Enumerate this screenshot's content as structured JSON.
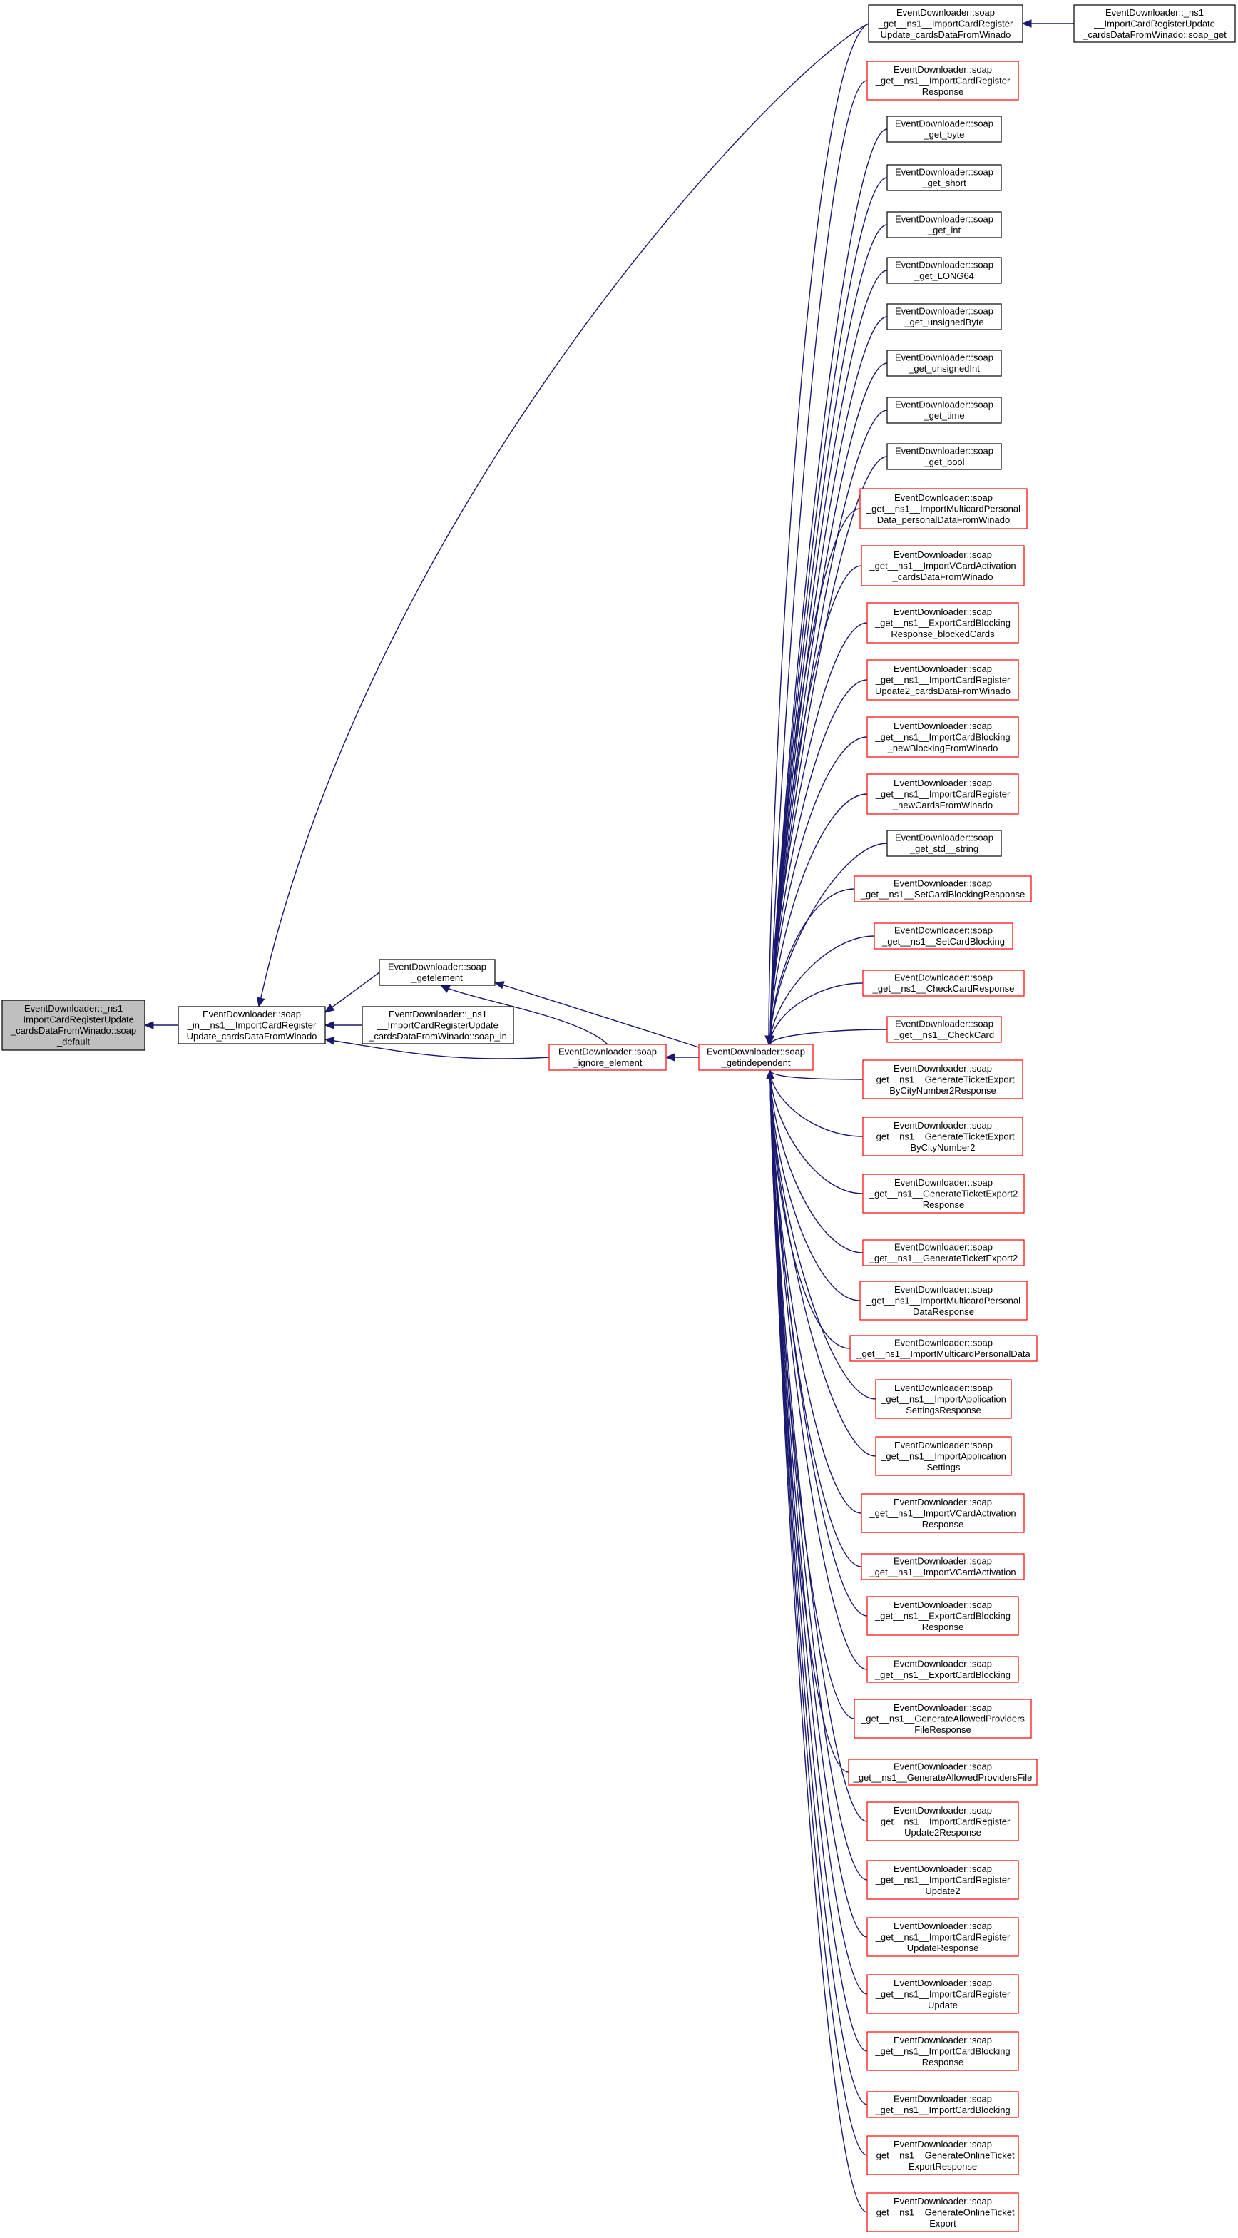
{
  "diagram": {
    "type": "call-graph",
    "colors": {
      "edge": "#191970",
      "border_default": "#000000",
      "border_undocumented": "#ff0000",
      "root_fill": "#bfbfbf",
      "node_fill": "#ffffff"
    },
    "nodes": [
      {
        "id": "root",
        "style": "root",
        "lines": [
          "EventDownloader::_ns1",
          "__ImportCardRegisterUpdate",
          "_cardsDataFromWinado::soap",
          "_default"
        ]
      },
      {
        "id": "soap_in_upd",
        "style": "black",
        "lines": [
          "EventDownloader::soap",
          "_in__ns1__ImportCardRegister",
          "Update_cardsDataFromWinado"
        ]
      },
      {
        "id": "getelement",
        "style": "black",
        "lines": [
          "EventDownloader::soap",
          "_getelement"
        ]
      },
      {
        "id": "soap_in_method",
        "style": "black",
        "lines": [
          "EventDownloader::_ns1",
          "__ImportCardRegisterUpdate",
          "_cardsDataFromWinado::soap_in"
        ]
      },
      {
        "id": "ignore_element",
        "style": "red",
        "lines": [
          "EventDownloader::soap",
          "_ignore_element"
        ]
      },
      {
        "id": "getindependent",
        "style": "red",
        "lines": [
          "EventDownloader::soap",
          "_getindependent"
        ]
      },
      {
        "id": "get_upd_cards",
        "style": "black",
        "lines": [
          "EventDownloader::soap",
          "_get__ns1__ImportCardRegister",
          "Update_cardsDataFromWinado"
        ]
      },
      {
        "id": "soap_get_method",
        "style": "black",
        "lines": [
          "EventDownloader::_ns1",
          "__ImportCardRegisterUpdate",
          "_cardsDataFromWinado::soap_get"
        ]
      },
      {
        "id": "r1",
        "style": "red",
        "lines": [
          "EventDownloader::soap",
          "_get__ns1__ImportCardRegister",
          "Response"
        ]
      },
      {
        "id": "r2",
        "style": "black",
        "lines": [
          "EventDownloader::soap",
          "_get_byte"
        ]
      },
      {
        "id": "r3",
        "style": "black",
        "lines": [
          "EventDownloader::soap",
          "_get_short"
        ]
      },
      {
        "id": "r4",
        "style": "black",
        "lines": [
          "EventDownloader::soap",
          "_get_int"
        ]
      },
      {
        "id": "r5",
        "style": "black",
        "lines": [
          "EventDownloader::soap",
          "_get_LONG64"
        ]
      },
      {
        "id": "r6",
        "style": "black",
        "lines": [
          "EventDownloader::soap",
          "_get_unsignedByte"
        ]
      },
      {
        "id": "r7",
        "style": "black",
        "lines": [
          "EventDownloader::soap",
          "_get_unsignedInt"
        ]
      },
      {
        "id": "r8",
        "style": "black",
        "lines": [
          "EventDownloader::soap",
          "_get_time"
        ]
      },
      {
        "id": "r9",
        "style": "black",
        "lines": [
          "EventDownloader::soap",
          "_get_bool"
        ]
      },
      {
        "id": "r10",
        "style": "red",
        "lines": [
          "EventDownloader::soap",
          "_get__ns1__ImportMulticardPersonal",
          "Data_personalDataFromWinado"
        ]
      },
      {
        "id": "r11",
        "style": "red",
        "lines": [
          "EventDownloader::soap",
          "_get__ns1__ImportVCardActivation",
          "_cardsDataFromWinado"
        ]
      },
      {
        "id": "r12",
        "style": "red",
        "lines": [
          "EventDownloader::soap",
          "_get__ns1__ExportCardBlocking",
          "Response_blockedCards"
        ]
      },
      {
        "id": "r13",
        "style": "red",
        "lines": [
          "EventDownloader::soap",
          "_get__ns1__ImportCardRegister",
          "Update2_cardsDataFromWinado"
        ]
      },
      {
        "id": "r14",
        "style": "red",
        "lines": [
          "EventDownloader::soap",
          "_get__ns1__ImportCardBlocking",
          "_newBlockingFromWinado"
        ]
      },
      {
        "id": "r15",
        "style": "red",
        "lines": [
          "EventDownloader::soap",
          "_get__ns1__ImportCardRegister",
          "_newCardsFromWinado"
        ]
      },
      {
        "id": "r16",
        "style": "black",
        "lines": [
          "EventDownloader::soap",
          "_get_std__string"
        ]
      },
      {
        "id": "r17",
        "style": "red",
        "lines": [
          "EventDownloader::soap",
          "_get__ns1__SetCardBlockingResponse"
        ]
      },
      {
        "id": "r18",
        "style": "red",
        "lines": [
          "EventDownloader::soap",
          "_get__ns1__SetCardBlocking"
        ]
      },
      {
        "id": "r19",
        "style": "red",
        "lines": [
          "EventDownloader::soap",
          "_get__ns1__CheckCardResponse"
        ]
      },
      {
        "id": "r20",
        "style": "red",
        "lines": [
          "EventDownloader::soap",
          "_get__ns1__CheckCard"
        ]
      },
      {
        "id": "r21",
        "style": "red",
        "lines": [
          "EventDownloader::soap",
          "_get__ns1__GenerateTicketExport",
          "ByCityNumber2Response"
        ]
      },
      {
        "id": "r22",
        "style": "red",
        "lines": [
          "EventDownloader::soap",
          "_get__ns1__GenerateTicketExport",
          "ByCityNumber2"
        ]
      },
      {
        "id": "r23",
        "style": "red",
        "lines": [
          "EventDownloader::soap",
          "_get__ns1__GenerateTicketExport2",
          "Response"
        ]
      },
      {
        "id": "r24",
        "style": "red",
        "lines": [
          "EventDownloader::soap",
          "_get__ns1__GenerateTicketExport2"
        ]
      },
      {
        "id": "r25",
        "style": "red",
        "lines": [
          "EventDownloader::soap",
          "_get__ns1__ImportMulticardPersonal",
          "DataResponse"
        ]
      },
      {
        "id": "r26",
        "style": "red",
        "lines": [
          "EventDownloader::soap",
          "_get__ns1__ImportMulticardPersonalData"
        ]
      },
      {
        "id": "r27",
        "style": "red",
        "lines": [
          "EventDownloader::soap",
          "_get__ns1__ImportApplication",
          "SettingsResponse"
        ]
      },
      {
        "id": "r28",
        "style": "red",
        "lines": [
          "EventDownloader::soap",
          "_get__ns1__ImportApplication",
          "Settings"
        ]
      },
      {
        "id": "r29",
        "style": "red",
        "lines": [
          "EventDownloader::soap",
          "_get__ns1__ImportVCardActivation",
          "Response"
        ]
      },
      {
        "id": "r30",
        "style": "red",
        "lines": [
          "EventDownloader::soap",
          "_get__ns1__ImportVCardActivation"
        ]
      },
      {
        "id": "r31",
        "style": "red",
        "lines": [
          "EventDownloader::soap",
          "_get__ns1__ExportCardBlocking",
          "Response"
        ]
      },
      {
        "id": "r32",
        "style": "red",
        "lines": [
          "EventDownloader::soap",
          "_get__ns1__ExportCardBlocking"
        ]
      },
      {
        "id": "r33",
        "style": "red",
        "lines": [
          "EventDownloader::soap",
          "_get__ns1__GenerateAllowedProviders",
          "FileResponse"
        ]
      },
      {
        "id": "r34",
        "style": "red",
        "lines": [
          "EventDownloader::soap",
          "_get__ns1__GenerateAllowedProvidersFile"
        ]
      },
      {
        "id": "r35",
        "style": "red",
        "lines": [
          "EventDownloader::soap",
          "_get__ns1__ImportCardRegister",
          "Update2Response"
        ]
      },
      {
        "id": "r36",
        "style": "red",
        "lines": [
          "EventDownloader::soap",
          "_get__ns1__ImportCardRegister",
          "Update2"
        ]
      },
      {
        "id": "r37",
        "style": "red",
        "lines": [
          "EventDownloader::soap",
          "_get__ns1__ImportCardRegister",
          "UpdateResponse"
        ]
      },
      {
        "id": "r38",
        "style": "red",
        "lines": [
          "EventDownloader::soap",
          "_get__ns1__ImportCardRegister",
          "Update"
        ]
      },
      {
        "id": "r39",
        "style": "red",
        "lines": [
          "EventDownloader::soap",
          "_get__ns1__ImportCardBlocking",
          "Response"
        ]
      },
      {
        "id": "r40",
        "style": "red",
        "lines": [
          "EventDownloader::soap",
          "_get__ns1__ImportCardBlocking"
        ]
      },
      {
        "id": "r41",
        "style": "red",
        "lines": [
          "EventDownloader::soap",
          "_get__ns1__GenerateOnlineTicket",
          "ExportResponse"
        ]
      },
      {
        "id": "r42",
        "style": "red",
        "lines": [
          "EventDownloader::soap",
          "_get__ns1__GenerateOnlineTicket",
          "Export"
        ]
      }
    ],
    "edges": [
      {
        "from": "soap_in_upd",
        "to": "root"
      },
      {
        "from": "getelement",
        "to": "soap_in_upd"
      },
      {
        "from": "soap_in_method",
        "to": "soap_in_upd"
      },
      {
        "from": "ignore_element",
        "to": "soap_in_upd"
      },
      {
        "from": "get_upd_cards",
        "to": "soap_in_upd"
      },
      {
        "from": "ignore_element",
        "to": "getelement"
      },
      {
        "from": "getindependent",
        "to": "getelement"
      },
      {
        "from": "getindependent",
        "to": "ignore_element"
      },
      {
        "from": "soap_get_method",
        "to": "get_upd_cards"
      },
      {
        "from": "get_upd_cards",
        "to": "getindependent"
      },
      {
        "from": "r1",
        "to": "getindependent"
      },
      {
        "from": "r2",
        "to": "getindependent"
      },
      {
        "from": "r3",
        "to": "getindependent"
      },
      {
        "from": "r4",
        "to": "getindependent"
      },
      {
        "from": "r5",
        "to": "getindependent"
      },
      {
        "from": "r6",
        "to": "getindependent"
      },
      {
        "from": "r7",
        "to": "getindependent"
      },
      {
        "from": "r8",
        "to": "getindependent"
      },
      {
        "from": "r9",
        "to": "getindependent"
      },
      {
        "from": "r10",
        "to": "getindependent"
      },
      {
        "from": "r11",
        "to": "getindependent"
      },
      {
        "from": "r12",
        "to": "getindependent"
      },
      {
        "from": "r13",
        "to": "getindependent"
      },
      {
        "from": "r14",
        "to": "getindependent"
      },
      {
        "from": "r15",
        "to": "getindependent"
      },
      {
        "from": "r16",
        "to": "getindependent"
      },
      {
        "from": "r17",
        "to": "getindependent"
      },
      {
        "from": "r18",
        "to": "getindependent"
      },
      {
        "from": "r19",
        "to": "getindependent"
      },
      {
        "from": "r20",
        "to": "getindependent"
      },
      {
        "from": "r21",
        "to": "getindependent"
      },
      {
        "from": "r22",
        "to": "getindependent"
      },
      {
        "from": "r23",
        "to": "getindependent"
      },
      {
        "from": "r24",
        "to": "getindependent"
      },
      {
        "from": "r25",
        "to": "getindependent"
      },
      {
        "from": "r26",
        "to": "getindependent"
      },
      {
        "from": "r27",
        "to": "getindependent"
      },
      {
        "from": "r28",
        "to": "getindependent"
      },
      {
        "from": "r29",
        "to": "getindependent"
      },
      {
        "from": "r30",
        "to": "getindependent"
      },
      {
        "from": "r31",
        "to": "getindependent"
      },
      {
        "from": "r32",
        "to": "getindependent"
      },
      {
        "from": "r33",
        "to": "getindependent"
      },
      {
        "from": "r34",
        "to": "getindependent"
      },
      {
        "from": "r35",
        "to": "getindependent"
      },
      {
        "from": "r36",
        "to": "getindependent"
      },
      {
        "from": "r37",
        "to": "getindependent"
      },
      {
        "from": "r38",
        "to": "getindependent"
      },
      {
        "from": "r39",
        "to": "getindependent"
      },
      {
        "from": "r40",
        "to": "getindependent"
      },
      {
        "from": "r41",
        "to": "getindependent"
      },
      {
        "from": "r42",
        "to": "getindependent"
      }
    ]
  }
}
